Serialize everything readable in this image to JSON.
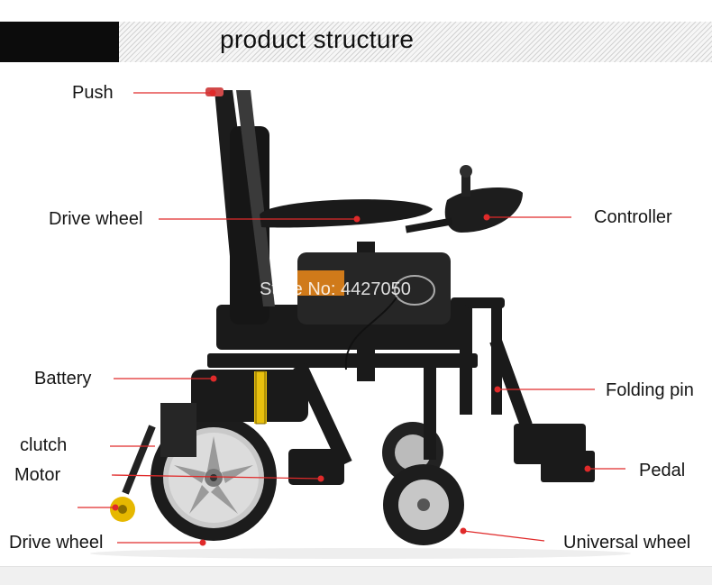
{
  "title": "product structure",
  "watermark": "Store No: 4427050",
  "accent_color": "#e02a2a",
  "labels": {
    "push": "Push",
    "armrest": "Drive wheel",
    "controller": "Controller",
    "battery": "Battery",
    "folding_pin": "Folding pin",
    "clutch": "clutch",
    "motor": "Motor",
    "pedal": "Pedal",
    "drive_wheel": "Drive wheel",
    "universal_wheel": "Universal wheel"
  }
}
